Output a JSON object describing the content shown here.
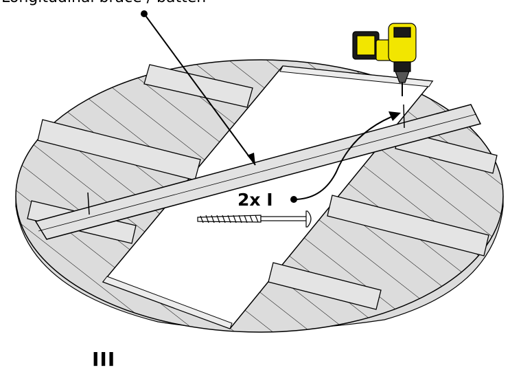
{
  "caption": "Longitudinal brace / batten",
  "quantity_label": "2x I",
  "step_label": "III",
  "icons": [
    "drill-icon",
    "screw-icon"
  ],
  "colors": {
    "wood_fill": "#dcdcdc",
    "wood_stroke": "#000000",
    "drill_yellow": "#f2e600",
    "drill_black": "#1a1a1a"
  }
}
